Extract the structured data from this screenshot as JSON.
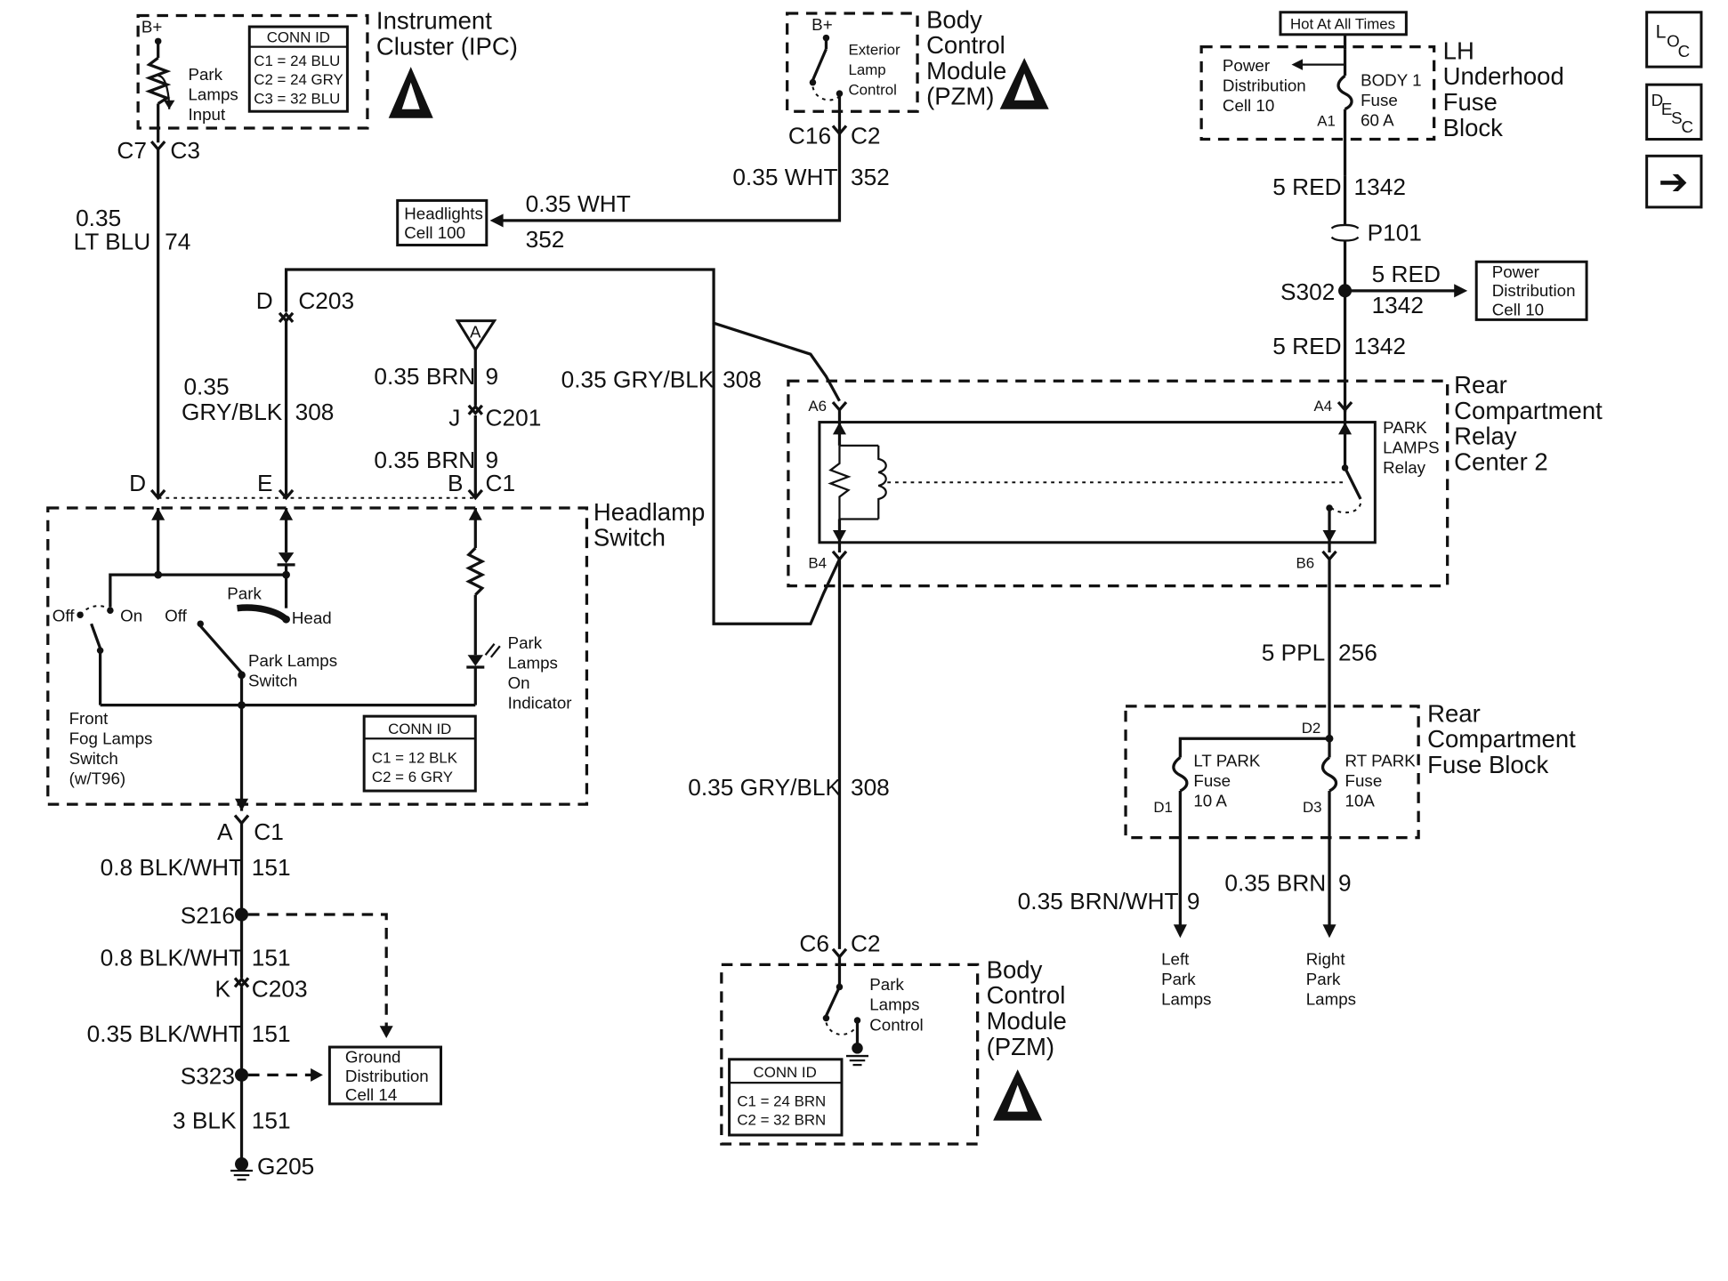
{
  "ipc": {
    "title_1": "Instrument",
    "title_2": "Cluster (IPC)",
    "bplus": "B+",
    "input_1": "Park",
    "input_2": "Lamps",
    "input_3": "Input",
    "conn_id": "CONN ID",
    "c1": "C1 = 24 BLU",
    "c2": "C2 = 24 GRY",
    "c3": "C3 = 32 BLU",
    "pin_left": "C7",
    "pin_right": "C3"
  },
  "wire_74": {
    "size": "0.35",
    "color": "LT BLU",
    "circuit": "74"
  },
  "headlights_ref": {
    "line1": "Headlights",
    "line2": "Cell 100",
    "wire_color": "0.35 WHT",
    "circuit": "352"
  },
  "bcm_top": {
    "title_1": "Body",
    "title_2": "Control",
    "title_3": "Module",
    "title_4": "(PZM)",
    "bplus": "B+",
    "label_1": "Exterior",
    "label_2": "Lamp",
    "label_3": "Control",
    "pin_left": "C16",
    "pin_right": "C2",
    "wire_color": "0.35 WHT",
    "circuit": "352"
  },
  "hot": {
    "label": "Hot At All Times"
  },
  "underhood": {
    "title_1": "LH",
    "title_2": "Underhood",
    "title_3": "Fuse",
    "title_4": "Block",
    "pd_1": "Power",
    "pd_2": "Distribution",
    "pd_3": "Cell 10",
    "fuse_1": "BODY 1",
    "fuse_2": "Fuse",
    "fuse_3": "60 A",
    "pin": "A1"
  },
  "nav": {
    "loc_main": "L",
    "loc_sup": "O",
    "loc_sub": "C",
    "desc_1": "D",
    "desc_2": "E",
    "desc_3": "S",
    "desc_4": "C",
    "arrow": "➔"
  },
  "wire_1342": {
    "color_top": "5 RED",
    "circuit_top": "1342",
    "connector": "P101",
    "splice": "S302",
    "color_mid": "5 RED",
    "circuit_mid": "1342",
    "color_low": "5 RED",
    "circuit_low": "1342"
  },
  "pd_ref": {
    "line1": "Power",
    "line2": "Distribution",
    "line3": "Cell 10"
  },
  "c203_top": {
    "pin": "D",
    "connector": "C203"
  },
  "wire_308_left": {
    "size": "0.35",
    "color": "GRY/BLK",
    "circuit": "308"
  },
  "wire_308_mid": {
    "color": "0.35 GRY/BLK",
    "circuit": "308"
  },
  "wire_9": {
    "ref": "A",
    "color_1": "0.35 BRN",
    "circuit_1": "9",
    "pin_1": "J",
    "connector_1": "C201",
    "color_2": "0.35 BRN",
    "circuit_2": "9",
    "pin_2": "B",
    "connector_2": "C1"
  },
  "headlamp": {
    "pin_d": "D",
    "pin_e": "E",
    "title_1": "Headlamp",
    "title_2": "Switch",
    "fog_off": "Off",
    "fog_on": "On",
    "park_off": "Off",
    "park": "Park",
    "head": "Head",
    "park_switch_1": "Park Lamps",
    "park_switch_2": "Switch",
    "ind_1": "Park",
    "ind_2": "Lamps",
    "ind_3": "On",
    "ind_4": "Indicator",
    "fog_1": "Front",
    "fog_2": "Fog Lamps",
    "fog_3": "Switch",
    "fog_4": "(w/T96)",
    "conn_id": "CONN ID",
    "c1": "C1 = 12 BLK",
    "c2": "C2 = 6 GRY"
  },
  "relay": {
    "title_1": "Rear",
    "title_2": "Compartment",
    "title_3": "Relay",
    "title_4": "Center 2",
    "pin_a6": "A6",
    "pin_a4": "A4",
    "pin_b4": "B4",
    "pin_b6": "B6",
    "name_1": "PARK",
    "name_2": "LAMPS",
    "name_3": "Relay"
  },
  "wire_256": {
    "color": "5 PPL",
    "circuit": "256"
  },
  "rear_fuse": {
    "title_1": "Rear",
    "title_2": "Compartment",
    "title_3": "Fuse Block",
    "pin_d2": "D2",
    "pin_d1": "D1",
    "pin_d3": "D3",
    "lt_1": "LT PARK",
    "lt_2": "Fuse",
    "lt_3": "10 A",
    "rt_1": "RT PARK",
    "rt_2": "Fuse",
    "rt_3": "10A"
  },
  "left_out": {
    "color": "0.35 BRN/WHT",
    "circuit": "9",
    "label_1": "Left",
    "label_2": "Park",
    "label_3": "Lamps"
  },
  "right_out": {
    "color": "0.35 BRN",
    "circuit": "9",
    "label_1": "Right",
    "label_2": "Park",
    "label_3": "Lamps"
  },
  "ground": {
    "pin_a": "A",
    "conn_a": "C1",
    "color_1": "0.8 BLK/WHT",
    "circuit_1": "151",
    "splice_1": "S216",
    "color_2": "0.8 BLK/WHT",
    "circuit_2": "151",
    "pin_k": "K",
    "conn_k": "C203",
    "color_3": "0.35 BLK/WHT",
    "circuit_3": "151",
    "splice_2": "S323",
    "color_4": "3 BLK",
    "circuit_4": "151",
    "ground": "G205",
    "ref_1": "Ground",
    "ref_2": "Distribution",
    "ref_3": "Cell 14"
  },
  "wire_308_bcm": {
    "color": "0.35 GRY/BLK",
    "circuit": "308",
    "pin_left": "C6",
    "pin_right": "C2"
  },
  "bcm_bot": {
    "title_1": "Body",
    "title_2": "Control",
    "title_3": "Module",
    "title_4": "(PZM)",
    "label_1": "Park",
    "label_2": "Lamps",
    "label_3": "Control",
    "conn_id": "CONN ID",
    "c1": "C1 = 24 BRN",
    "c2": "C2 = 32 BRN"
  }
}
